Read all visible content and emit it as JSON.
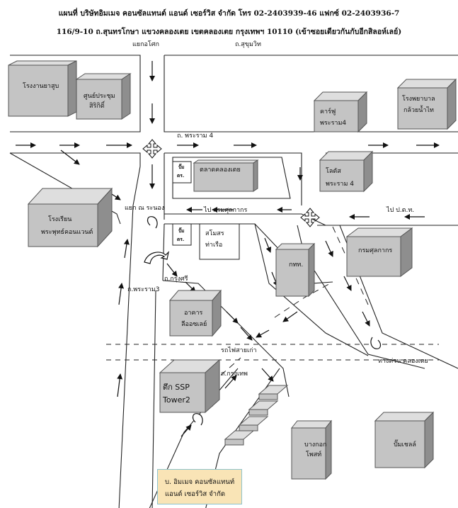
{
  "header": {
    "line1": "แผนที่  บริษัทอิมเมจ คอนซัลแทนต์ แอนด์ เซอร์วิส  จำกัด  โทร 02-2403939-46  แฟกซ์  02-2403936-7",
    "line2": "116/9-10 ถ.สุนทรโกษา แขวงคลองเตย เขตคลองเตย  กรุงเทพฯ   10110 (เข้าซอยเดียวกันกับอีกสิลอห์เลย์)"
  },
  "roads": {
    "saeng_kho_lert": "แยกอโศก",
    "sukhumvit": "ถ.สุขุมวิท",
    "rama4": "ถ. พระราม 4",
    "yaek_na_nong": "แยก ณ ระนอง",
    "pai_krom_sulakakon": "ไป กรมศุลกากร",
    "pai_port": "ไป ป.ต.ท.",
    "rama3": "ถ.พระราม3",
    "krungthep_top": "ถ.กรุงศรี",
    "rot_fai": "รถไฟสายเก่า",
    "krungthep_bottom": "ถ.กรุงเทพ",
    "thang_duan": "ทางด่วน คลองเตย"
  },
  "buildings": {
    "yasub": "โรงงานยาสูบ",
    "sirikit_1": "ศูนย์ประชุม",
    "sirikit_2": "สิริกิติ์",
    "carrefour_1": "คาร์ฟู",
    "carrefour_2": "พระราม4",
    "hospital_1": "โรงพยาบาล",
    "hospital_2": "กล้วยน้ำไท",
    "lotus_1": "โลตัส",
    "lotus_2": "พระราม  4",
    "market": "ตลาดคลองเตย",
    "gas1_1": "ปั๊ม",
    "gas1_2": "ตร.",
    "gas2_1": "ปั๊ม",
    "gas2_2": "ตร.",
    "school_1": "โรงเรียน",
    "school_2": "พระพุทธ์คอนแวนต์",
    "port_1": "สโมสร",
    "port_2": "ท่าเรือ",
    "ktt": "กทท.",
    "customs": "กรมศุลกากร",
    "lilly_1": "อาคาร",
    "lilly_2": "ลีออซเลย์",
    "ssp_1": "ตึก SSP",
    "ssp_2": "Tower2",
    "bangkok_post_1": "บางกอก",
    "bangkok_post_2": "โพสท์",
    "fmc": "ปั๊มเชลล์"
  },
  "callout": {
    "line1": "บ. อิมเมจ  คอนซัลแทนท์",
    "line2": "แอนด์ เซอร์วิส  จำกัด",
    "bg": "#f9e4b6",
    "border": "#8ec4ce"
  },
  "colors": {
    "block_front": "#c4c4c4",
    "block_side": "#8e8e8e",
    "block_top": "#dedede"
  },
  "icons": {
    "intersection": "four-way-arrow-icon",
    "u_turn": "u-turn-arrow-icon"
  }
}
